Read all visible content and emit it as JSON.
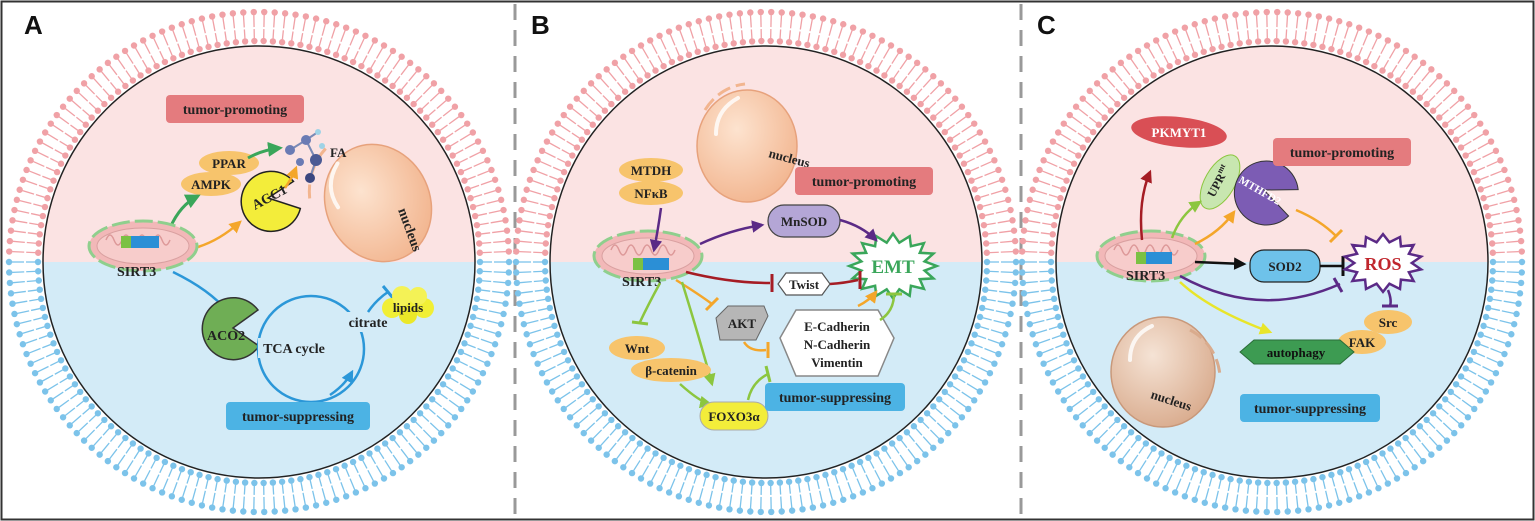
{
  "panels": [
    {
      "letter": "A",
      "promoting": "tumor-promoting",
      "suppressing": "tumor-suppressing",
      "sirt3": "SIRT3",
      "ppar": "PPAR",
      "ampk": "AMPK",
      "fa": "FA",
      "acc1": "ACC1",
      "nucleus": "nucleus",
      "aco2": "ACO2",
      "tca": "TCA cycle",
      "citrate": "citrate",
      "lipids": "lipids"
    },
    {
      "letter": "B",
      "nucleus": "nucleus",
      "mtdh": "MTDH",
      "nfkb": "NFκB",
      "promoting": "tumor-promoting",
      "mnsod": "MnSOD",
      "emt": "EMT",
      "sirt3": "SIRT3",
      "twist": "Twist",
      "akt": "AKT",
      "ecad": "E-Cadherin",
      "ncad": "N-Cadherin",
      "vim": "Vimentin",
      "wnt": "Wnt",
      "bcat": "β-catenin",
      "foxo": "FOXO3α",
      "suppressing": "tumor-suppressing"
    },
    {
      "letter": "C",
      "pkmyt1": "PKMYT1",
      "upr": "UPR",
      "upr_sup": "mt",
      "mthfd2": "MTHFD2",
      "promoting": "tumor-promoting",
      "sirt3": "SIRT3",
      "sod2": "SOD2",
      "ros": "ROS",
      "src": "Src",
      "fak": "FAK",
      "autophagy": "autophagy",
      "nucleus": "nucleus",
      "suppressing": "tumor-suppressing"
    }
  ],
  "colors": {
    "promote_bg": "#fbe3e3",
    "suppress_bg": "#d3ebf7",
    "membrane_top": "#f0a1a6",
    "membrane_bottom": "#7cc3ea",
    "promote_label": "#e47b7e",
    "suppress_label": "#4cb3e4",
    "green_arrow": "#3aa65a",
    "orange_arrow": "#f4a62a",
    "blue_arrow": "#2b97d8",
    "purple_arrow": "#5b2a86",
    "red_arrow": "#a51c24",
    "yellow_arrow": "#e8e52a",
    "black_arrow": "#111111"
  }
}
